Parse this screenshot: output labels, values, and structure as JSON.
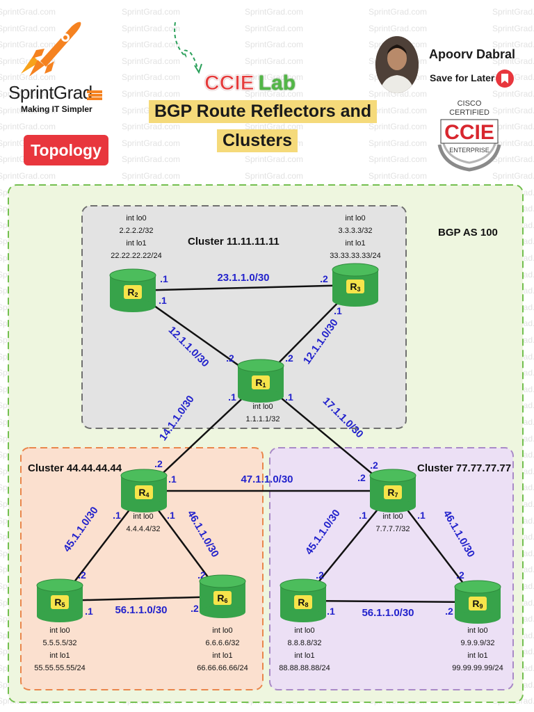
{
  "brand": {
    "name": "SprintGrad",
    "tagline": "Making IT Simpler",
    "watermark": "SprintGrad.com"
  },
  "header": {
    "ccie_word": "CCIE",
    "lab_word": "Lab",
    "title_line1": "BGP Route Reflectors and",
    "title_line2": "Clusters",
    "topology_label": "Topology"
  },
  "author": {
    "name": "Apoorv Dabral",
    "save_label": "Save for Later"
  },
  "badge": {
    "top_line1": "CISCO",
    "top_line2": "CERTIFIED",
    "main": "CCIE",
    "bottom": "ENTERPRISE"
  },
  "colors": {
    "as_fill": "#eef6df",
    "as_border": "#73bf4f",
    "cluster1_fill": "#e3e3e3",
    "cluster1_border": "#6f6f6f",
    "cluster2_fill": "#fbe0cf",
    "cluster2_border": "#e9864b",
    "cluster3_fill": "#ece0f5",
    "cluster3_border": "#a98ac7",
    "router_body": "#37a34a",
    "router_label": "#f6e44b",
    "link_label": "#2222cc",
    "accent_red": "#e8363d"
  },
  "diagram": {
    "as_label": "BGP AS 100",
    "clusters": [
      {
        "id": "c1",
        "label": "Cluster 11.11.11.11"
      },
      {
        "id": "c2",
        "label": "Cluster 44.44.44.44"
      },
      {
        "id": "c3",
        "label": "Cluster 77.77.77.77"
      }
    ],
    "routers": [
      {
        "id": "R1",
        "label": "R",
        "sub": "1",
        "info": [
          "int lo0",
          "1.1.1.1/32"
        ]
      },
      {
        "id": "R2",
        "label": "R",
        "sub": "2",
        "info": [
          "int lo0",
          "2.2.2.2/32",
          "int lo1",
          "22.22.22.22/24"
        ]
      },
      {
        "id": "R3",
        "label": "R",
        "sub": "3",
        "info": [
          "int lo0",
          "3.3.3.3/32",
          "int lo1",
          "33.33.33.33/24"
        ]
      },
      {
        "id": "R4",
        "label": "R",
        "sub": "4",
        "info": [
          "int lo0",
          "4.4.4.4/32"
        ]
      },
      {
        "id": "R5",
        "label": "R",
        "sub": "5",
        "info": [
          "int lo0",
          "5.5.5.5/32",
          "int lo1",
          "55.55.55.55/24"
        ]
      },
      {
        "id": "R6",
        "label": "R",
        "sub": "6",
        "info": [
          "int lo0",
          "6.6.6.6/32",
          "int lo1",
          "66.66.66.66/24"
        ]
      },
      {
        "id": "R7",
        "label": "R",
        "sub": "7",
        "info": [
          "int lo0",
          "7.7.7.7/32"
        ]
      },
      {
        "id": "R8",
        "label": "R",
        "sub": "8",
        "info": [
          "int lo0",
          "8.8.8.8/32",
          "int lo1",
          "88.88.88.88/24"
        ]
      },
      {
        "id": "R9",
        "label": "R",
        "sub": "9",
        "info": [
          "int lo0",
          "9.9.9.9/32",
          "int lo1",
          "99.99.99.99/24"
        ]
      }
    ],
    "links": [
      {
        "id": "l23",
        "from": "R2",
        "to": "R3",
        "subnet": "23.1.1.0/30",
        "a": ".1",
        "b": ".2"
      },
      {
        "id": "l21",
        "from": "R2",
        "to": "R1",
        "subnet": "12.1.1.0/30",
        "a": ".1",
        "b": ".2"
      },
      {
        "id": "l31",
        "from": "R3",
        "to": "R1",
        "subnet": "12.1.1.0/30",
        "a": ".1",
        "b": ".2"
      },
      {
        "id": "l14",
        "from": "R1",
        "to": "R4",
        "subnet": "14.1.1.0/30",
        "a": ".1",
        "b": ".2"
      },
      {
        "id": "l17",
        "from": "R1",
        "to": "R7",
        "subnet": "17.1.1.0/30",
        "a": ".1",
        "b": ".2"
      },
      {
        "id": "l47",
        "from": "R4",
        "to": "R7",
        "subnet": "47.1.1.0/30",
        "a": ".1",
        "b": ".2"
      },
      {
        "id": "l45",
        "from": "R4",
        "to": "R5",
        "subnet": "45.1.1.0/30",
        "a": ".1",
        "b": ".2"
      },
      {
        "id": "l46",
        "from": "R4",
        "to": "R6",
        "subnet": "46.1.1.0/30",
        "a": ".1",
        "b": ".2"
      },
      {
        "id": "l56",
        "from": "R5",
        "to": "R6",
        "subnet": "56.1.1.0/30",
        "a": ".1",
        "b": ".2"
      },
      {
        "id": "l78",
        "from": "R7",
        "to": "R8",
        "subnet": "45.1.1.0/30",
        "a": ".1",
        "b": ".2"
      },
      {
        "id": "l79",
        "from": "R7",
        "to": "R9",
        "subnet": "46.1.1.0/30",
        "a": ".1",
        "b": ".2"
      },
      {
        "id": "l89",
        "from": "R8",
        "to": "R9",
        "subnet": "56.1.1.0/30",
        "a": ".1",
        "b": ".2"
      }
    ]
  }
}
